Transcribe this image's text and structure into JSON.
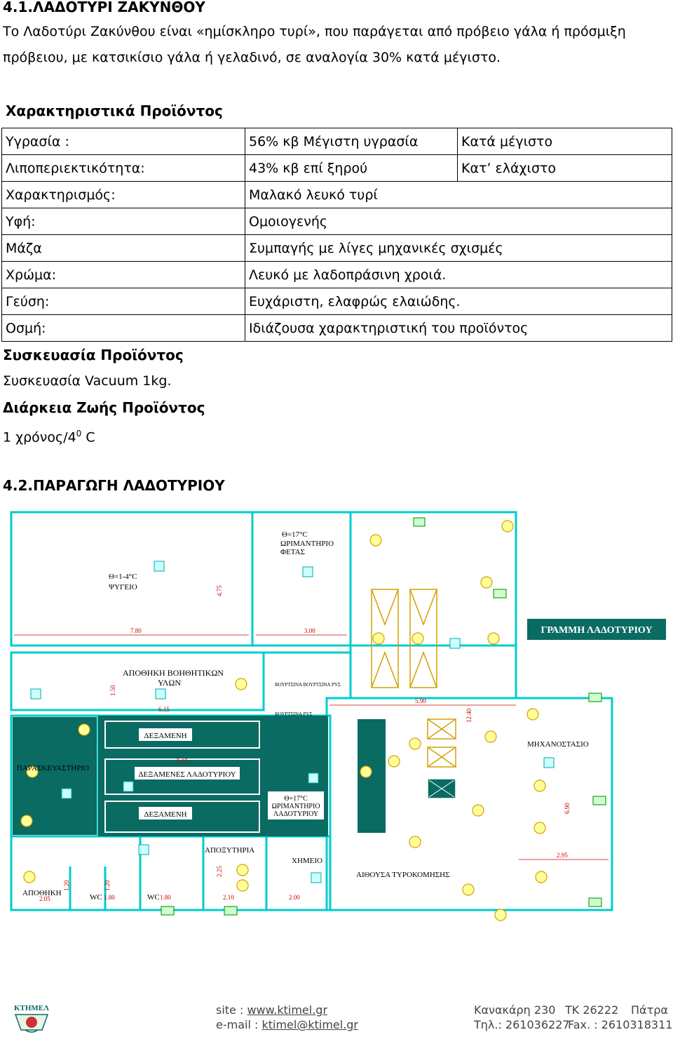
{
  "section1": {
    "title": "4.1.ΛΑΔΟΤΥΡΙ ΖΑΚΥΝΘΟΥ",
    "intro_line1": "Το Λαδοτύρι Ζακύνθου είναι «ημίσκληρο τυρί»,  που παράγεται από πρόβειο γάλα ή πρόσμιξη",
    "intro_line2": "πρόβειου, με κατσικίσιο γάλα ή γελαδινό, σε αναλογία 30% κατά μέγιστο.",
    "characteristics_heading": "Χαρακτηριστικά Προϊόντος",
    "table": [
      {
        "label": "Υγρασία :",
        "value": "56% κβ Μέγιστη υγρασία",
        "note": "Κατά μέγιστο"
      },
      {
        "label": "Λιποπεριεκτικότητα:",
        "value": "43% κβ επί ξηρού",
        "note": "Κατ’ ελάχιστο"
      },
      {
        "label": "Χαρακτηρισμός:",
        "value": "Μαλακό λευκό τυρί"
      },
      {
        "label": "Υφή:",
        "value": "Ομοιογενής"
      },
      {
        "label": "Μάζα",
        "value": "Συμπαγής με λίγες μηχανικές σχισμές"
      },
      {
        "label": "Χρώμα:",
        "value": "Λευκό με λαδοπράσινη χροιά."
      },
      {
        "label": "Γεύση:",
        "value": "Ευχάριστη, ελαφρώς ελαιώδης."
      },
      {
        "label": "Οσμή:",
        "value": "Ιδιάζουσα χαρακτηριστική του προϊόντος"
      }
    ],
    "packaging_heading": "Συσκευασία Προϊόντος",
    "packaging_text": "Συσκευασία Vacuum 1kg.",
    "shelf_heading": "Διάρκεια Ζωής Προϊόντος",
    "shelf_text": "1 χρόνος/4",
    "shelf_sup": "0",
    "shelf_unit": " C"
  },
  "section2": {
    "title": "4.2.ΠΑΡΑΓΩΓΗ ΛΑΔΟΤΥΡΙΟΥ"
  },
  "plan": {
    "line_label": "ΓΡΑΜΜΗ ΛΑΔΟΤΥΡΙΟΥ",
    "fridge_temp": "Θ=1-4°C",
    "fridge_label": "ΨΥΓΕΙΟ",
    "ripen_temp": "Θ=17°C",
    "ripen_label1": "ΩΡΙΜΑΝΤΗΡΙΟ",
    "ripen_label2": "ΦΕΤΑΣ",
    "storage_label1": "ΑΠΟΘΗΚΗ  ΒΟΗΘΗΤΙΚΩΝ",
    "storage_label2": "ΥΛΩΝ",
    "tank1": "ΔΕΞΑΜΕΝΗ",
    "tank2": "ΔΕΞΑΜΕΝΕΣ  ΛΑΔΟΤΥΡΙΟΥ",
    "tank3": "ΔΕΞΑΜΕΝΗ",
    "prep_label": "ΠΑΡΑΣΚΕΥΑΣΤΗΡΙΟ",
    "ripen2_temp": "Θ=17°C",
    "ripen2_label1": "ΩΡΙΜΑΝΤΗΡΙΟ",
    "ripen2_label2": "ΛΑΔΟΤΥΡΙΟΥ",
    "engine_label": "ΜΗΧΑΝΟΣΤΑΣΙΟ",
    "cheese_hall": "ΑΙΘΟΥΣΑ ΤΥΡΟΚΟΜΗΣΗΣ",
    "dryer_label": "ΑΠΟΞΥΤΗΡΙΑ",
    "chem_label": "ΧΗΜΕΙΟ",
    "store2": "ΑΠΟΘΗΚΗ",
    "wc1": "WC",
    "wc2": "WC",
    "dim_780": "7.80",
    "dim_300": "3.00",
    "dim_475": "4.75",
    "dim_150": "1.50",
    "dim_615": "6.15",
    "dim_590": "5.90",
    "dim_1240": "12.40",
    "dim_690": "6.90",
    "dim_295": "2.95",
    "dim_225": "2.25",
    "dim_210": "2.10",
    "dim_200": "2.00",
    "dim_180a": "1.80",
    "dim_180b": "1.80",
    "dim_120a": "1.20",
    "dim_120b": "1.20",
    "dim_205": "2.05",
    "dim_515": "5.15",
    "small1": "ΒΟΥΡΤΣΙΝΑ ΒΟΥΡΤΣΙΝΑ ΡΥΣ",
    "small2": "ΒΟΥΡΤΣΙΝΑ ΡΥΣ"
  },
  "footer": {
    "logo_text": "ΚΤΗΜΕΛ",
    "site_label": "site : ",
    "site": "www.ktimel.gr",
    "email_label": "e-mail : ",
    "email": "ktimel@ktimel.gr",
    "address": "Κανακάρη 230",
    "postcode": "ΤΚ 26222",
    "city": "Πάτρα",
    "phone": "Τηλ.: 261036227",
    "fax": "Fax. : 2610318311"
  }
}
